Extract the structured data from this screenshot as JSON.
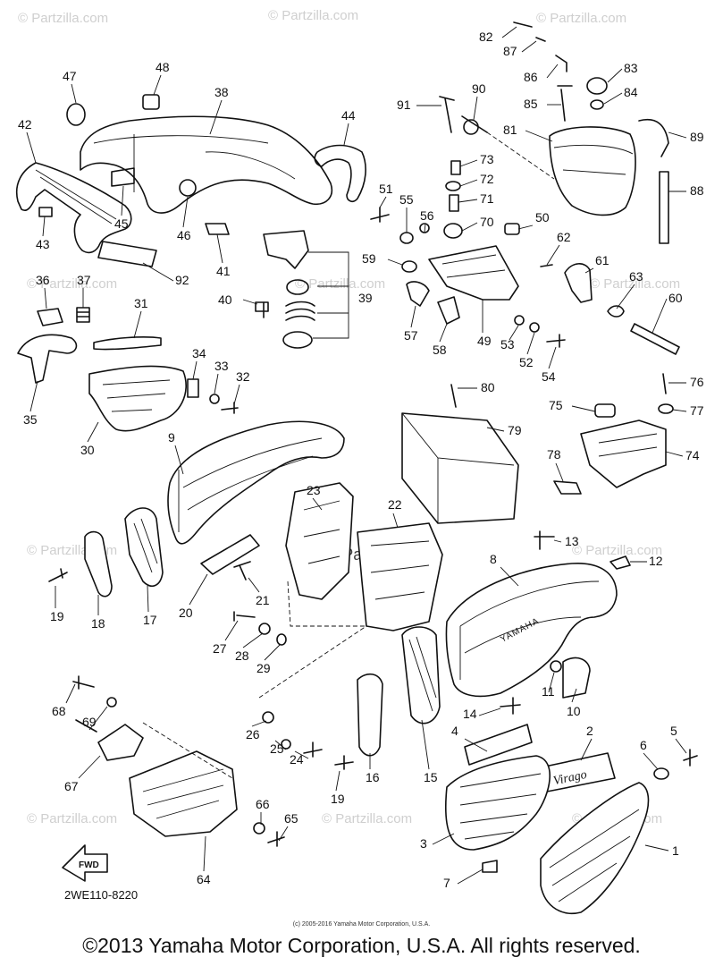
{
  "diagram": {
    "code": "2WE110-8220",
    "small_copyright": "(c) 2005-2016 Yamaha Motor Corporation, U.S.A.",
    "footer_copyright": "©2013 Yamaha Motor Corporation, U.S.A. All rights reserved.",
    "watermark": "© Partzilla.com",
    "brand_text": "YAMAHA",
    "badge_text": "Virago",
    "fwd_arrow_text": "FWD",
    "callouts": [
      "1",
      "2",
      "3",
      "4",
      "5",
      "6",
      "7",
      "8",
      "9",
      "10",
      "11",
      "12",
      "13",
      "14",
      "15",
      "16",
      "17",
      "18",
      "19",
      "19",
      "20",
      "21",
      "22",
      "23",
      "24",
      "25",
      "26",
      "27",
      "28",
      "29",
      "30",
      "31",
      "32",
      "33",
      "34",
      "35",
      "36",
      "37",
      "38",
      "39",
      "40",
      "41",
      "42",
      "43",
      "44",
      "45",
      "46",
      "47",
      "48",
      "49",
      "50",
      "51",
      "52",
      "53",
      "54",
      "55",
      "56",
      "57",
      "58",
      "59",
      "60",
      "61",
      "62",
      "63",
      "64",
      "65",
      "66",
      "67",
      "68",
      "69",
      "70",
      "71",
      "72",
      "73",
      "74",
      "75",
      "76",
      "77",
      "78",
      "79",
      "80",
      "81",
      "82",
      "83",
      "84",
      "85",
      "86",
      "87",
      "88",
      "89",
      "90",
      "91",
      "92"
    ]
  }
}
